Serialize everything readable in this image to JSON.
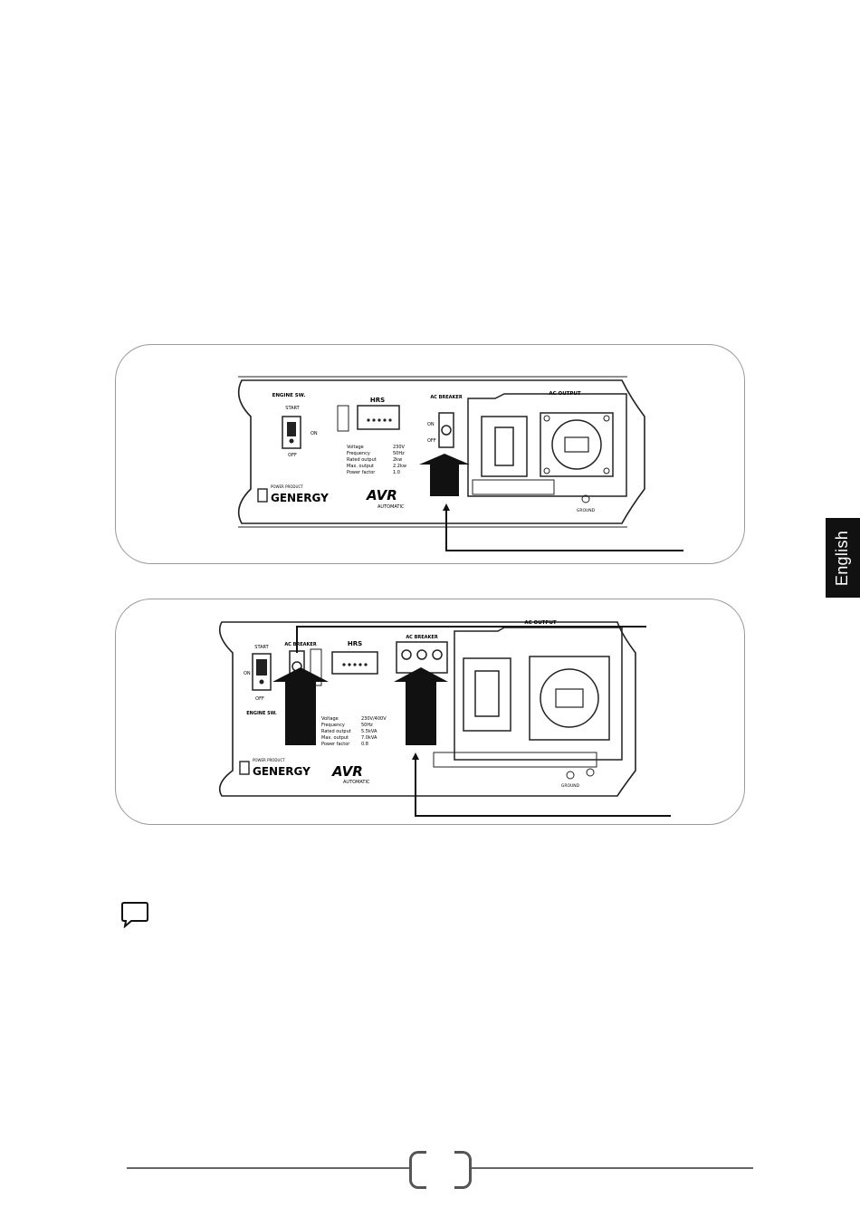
{
  "side_tab": {
    "label": "English"
  },
  "panel1": {
    "engine_sw_label": "ENGINE SW.",
    "start_label": "START",
    "on_label": "ON",
    "off_label": "OFF",
    "brand": "GENERGY",
    "brand_tagline": "POWER PRODUCT",
    "avr_label": "AVR",
    "automatic_label": "AUTOMATIC",
    "meter_label": "HRS",
    "ac_breaker_label": "AC BREAKER",
    "ac_output_label": "AC OUTPUT",
    "ground_label": "GROUND",
    "specs": [
      {
        "name": "Voltage",
        "value": "230V"
      },
      {
        "name": "Frequency",
        "value": "50Hz"
      },
      {
        "name": "Rated output",
        "value": "2kw"
      },
      {
        "name": "Max. output",
        "value": "2.2kw"
      },
      {
        "name": "Power factor",
        "value": "1.0"
      }
    ]
  },
  "panel2": {
    "engine_sw_label": "ENGINE SW.",
    "start_label": "START",
    "on_label": "ON",
    "off_label": "OFF",
    "brand": "GENERGY",
    "brand_tagline": "POWER PRODUCT",
    "avr_label": "AVR",
    "automatic_label": "AUTOMATIC",
    "meter_label": "HRS",
    "ac_breaker_label": "AC BREAKER",
    "breaker2_label": "AC BREAKER",
    "ac_output_label": "AC OUTPUT",
    "ground_label": "GROUND",
    "specs": [
      {
        "name": "Voltage",
        "value": "230V/400V"
      },
      {
        "name": "Frequency",
        "value": "50Hz"
      },
      {
        "name": "Rated output",
        "value": "5.5kVA"
      },
      {
        "name": "Max. output",
        "value": "7.0kVA"
      },
      {
        "name": "Power factor",
        "value": "0.8"
      }
    ]
  },
  "footer": {
    "page_number": ""
  },
  "colors": {
    "ink": "#111111",
    "frame": "#9a9a9a",
    "tab": "#111111"
  }
}
